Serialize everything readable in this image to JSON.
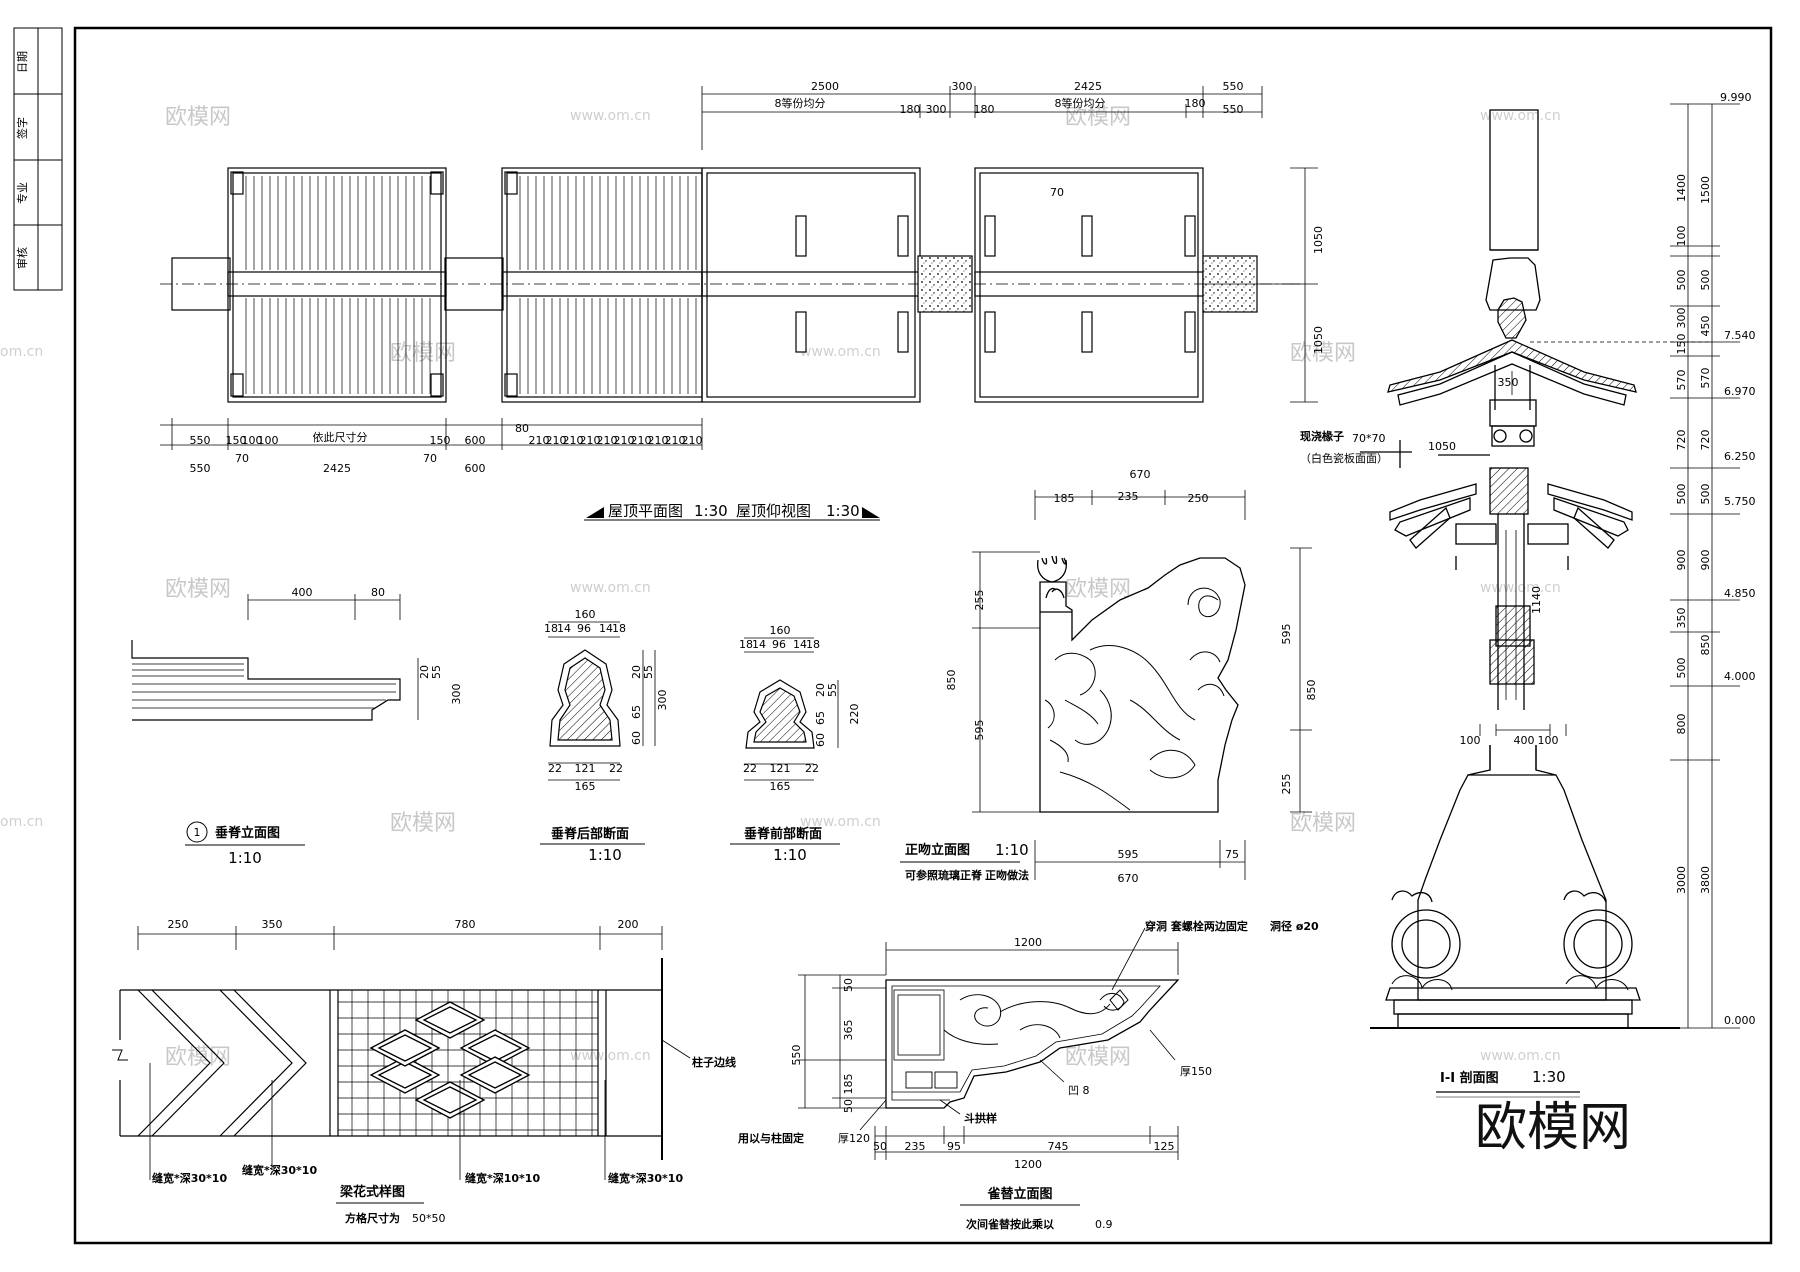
{
  "title_block": {
    "cells": [
      "日期",
      "签字",
      "专业",
      "审核"
    ]
  },
  "watermark": {
    "site_text": "欧模网",
    "url_text": "www.om.cn",
    "url_short": "om.cn"
  },
  "logo_text": "欧模网",
  "roof_plan": {
    "caption_plan": "屋顶平面图",
    "scale_plan": "1:30",
    "caption_ceiling": "屋顶仰视图",
    "scale_ceiling": "1:30",
    "top_dims": [
      "2500",
      "300",
      "2425",
      "550"
    ],
    "top_equal_left": "8等份均分",
    "top_equal_right": "8等份均分",
    "top_sub": [
      "180",
      "300",
      "180",
      "180",
      "550"
    ],
    "bottom_left": [
      "550",
      "150",
      "100",
      "100",
      "依此尺寸分",
      "150",
      "600"
    ],
    "bottom_row2": [
      "550",
      "70",
      "2425",
      "70",
      "600"
    ],
    "bottom_right_sub": [
      "80",
      "210",
      "210",
      "210",
      "210",
      "210",
      "210",
      "210",
      "210",
      "210",
      "210"
    ],
    "right_dims": [
      "1050",
      "1050"
    ],
    "inner_dim": "70"
  },
  "ridge_elev": {
    "number": "1",
    "caption": "垂脊立面图",
    "scale": "1:10",
    "dims": [
      "400",
      "80",
      "20",
      "55",
      "300"
    ]
  },
  "ridge_back": {
    "caption": "垂脊后部断面",
    "scale": "1:10",
    "top": "160",
    "top_sub": [
      "18",
      "14",
      "96",
      "14",
      "18"
    ],
    "side": [
      "20",
      "55",
      "300",
      "65",
      "60"
    ],
    "bottom_sub": [
      "22",
      "121",
      "22"
    ],
    "bottom": "165"
  },
  "ridge_front": {
    "caption": "垂脊前部断面",
    "scale": "1:10",
    "top": "160",
    "top_sub": [
      "18",
      "14",
      "96",
      "14",
      "18"
    ],
    "side": [
      "20",
      "55",
      "220",
      "65",
      "60"
    ],
    "bottom_sub": [
      "22",
      "121",
      "22"
    ],
    "bottom": "165"
  },
  "ridge_beast": {
    "caption": "正吻立面图",
    "scale": "1:10",
    "note1": "可参照琉璃正脊",
    "note2": "正吻做法",
    "top": "670",
    "top_sub": [
      "185",
      "235",
      "250"
    ],
    "left": [
      "255",
      "850",
      "595"
    ],
    "right": [
      "595",
      "850",
      "255"
    ],
    "bottom_sub": [
      "595",
      "75"
    ],
    "bottom": "670"
  },
  "beam_pattern": {
    "caption": "梁花式样图",
    "note": "方格尺寸为",
    "note_size": "50*50",
    "dims": [
      "250",
      "350",
      "780",
      "200"
    ],
    "line_label": "柱子边线",
    "groove_labels": [
      "缝宽*深30*10",
      "缝宽*深30*10",
      "缝宽*深10*10",
      "缝宽*深30*10"
    ]
  },
  "bracket": {
    "caption": "雀替立面图",
    "note": "次间雀替按此乘以",
    "factor": "0.9",
    "top": "1200",
    "left_dims": [
      "50",
      "365",
      "550",
      "185",
      "50"
    ],
    "bottom_sub": [
      "50",
      "235",
      "95",
      "745",
      "125"
    ],
    "bottom": "1200",
    "label_hole": "穿洞 套螺栓两边固定",
    "label_hole_dia": "洞径 ø20",
    "label_thick": "厚150",
    "label_recess": "凹 8",
    "label_dougong": "斗拱样",
    "label_fix": "用以与柱固定",
    "label_thick2": "厚120"
  },
  "section": {
    "caption": "I-I 剖面图",
    "scale": "1:30",
    "label_rafter": "现浇椽子",
    "label_rafter_size": "70*70",
    "label_rafter_note": "（白色瓷板面面）",
    "dim_1050": "1050",
    "dim_350": "350",
    "dim_400": "400",
    "dim_100a": "100",
    "dim_100b": "100",
    "dim_1140": "1140",
    "levels": [
      "9.990",
      "7.540",
      "6.970",
      "6.250",
      "5.750",
      "4.850",
      "4.000",
      "0.000"
    ],
    "col1": [
      "1400",
      "100",
      "500",
      "300",
      "150",
      "570",
      "720",
      "500",
      "900",
      "350",
      "500",
      "800",
      "3000"
    ],
    "col2": [
      "1500",
      "500",
      "450",
      "570",
      "720",
      "500",
      "900",
      "850",
      "3800"
    ]
  }
}
